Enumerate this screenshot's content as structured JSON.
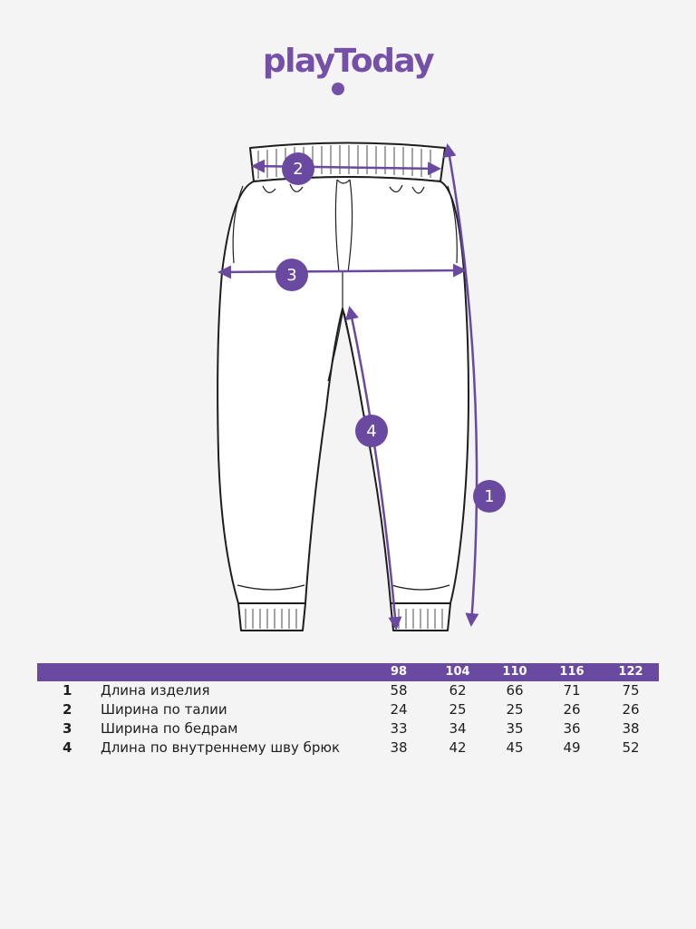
{
  "logo": {
    "text": "playToday",
    "brand_color": "#7550a8"
  },
  "diagram": {
    "accent_color": "#6a4aa0",
    "markers": [
      {
        "id": "1",
        "label": "1"
      },
      {
        "id": "2",
        "label": "2"
      },
      {
        "id": "3",
        "label": "3"
      },
      {
        "id": "4",
        "label": "4"
      }
    ]
  },
  "size_table": {
    "header_color": "#6a4aa0",
    "sizes": [
      "98",
      "104",
      "110",
      "116",
      "122"
    ],
    "rows": [
      {
        "num": "1",
        "label": "Длина изделия",
        "values": [
          "58",
          "62",
          "66",
          "71",
          "75"
        ]
      },
      {
        "num": "2",
        "label": "Ширина по талии",
        "values": [
          "24",
          "25",
          "25",
          "26",
          "26"
        ]
      },
      {
        "num": "3",
        "label": "Ширина по бедрам",
        "values": [
          "33",
          "34",
          "35",
          "36",
          "38"
        ]
      },
      {
        "num": "4",
        "label": "Длина по внутреннему шву брюк",
        "values": [
          "38",
          "42",
          "45",
          "49",
          "52"
        ]
      }
    ]
  }
}
